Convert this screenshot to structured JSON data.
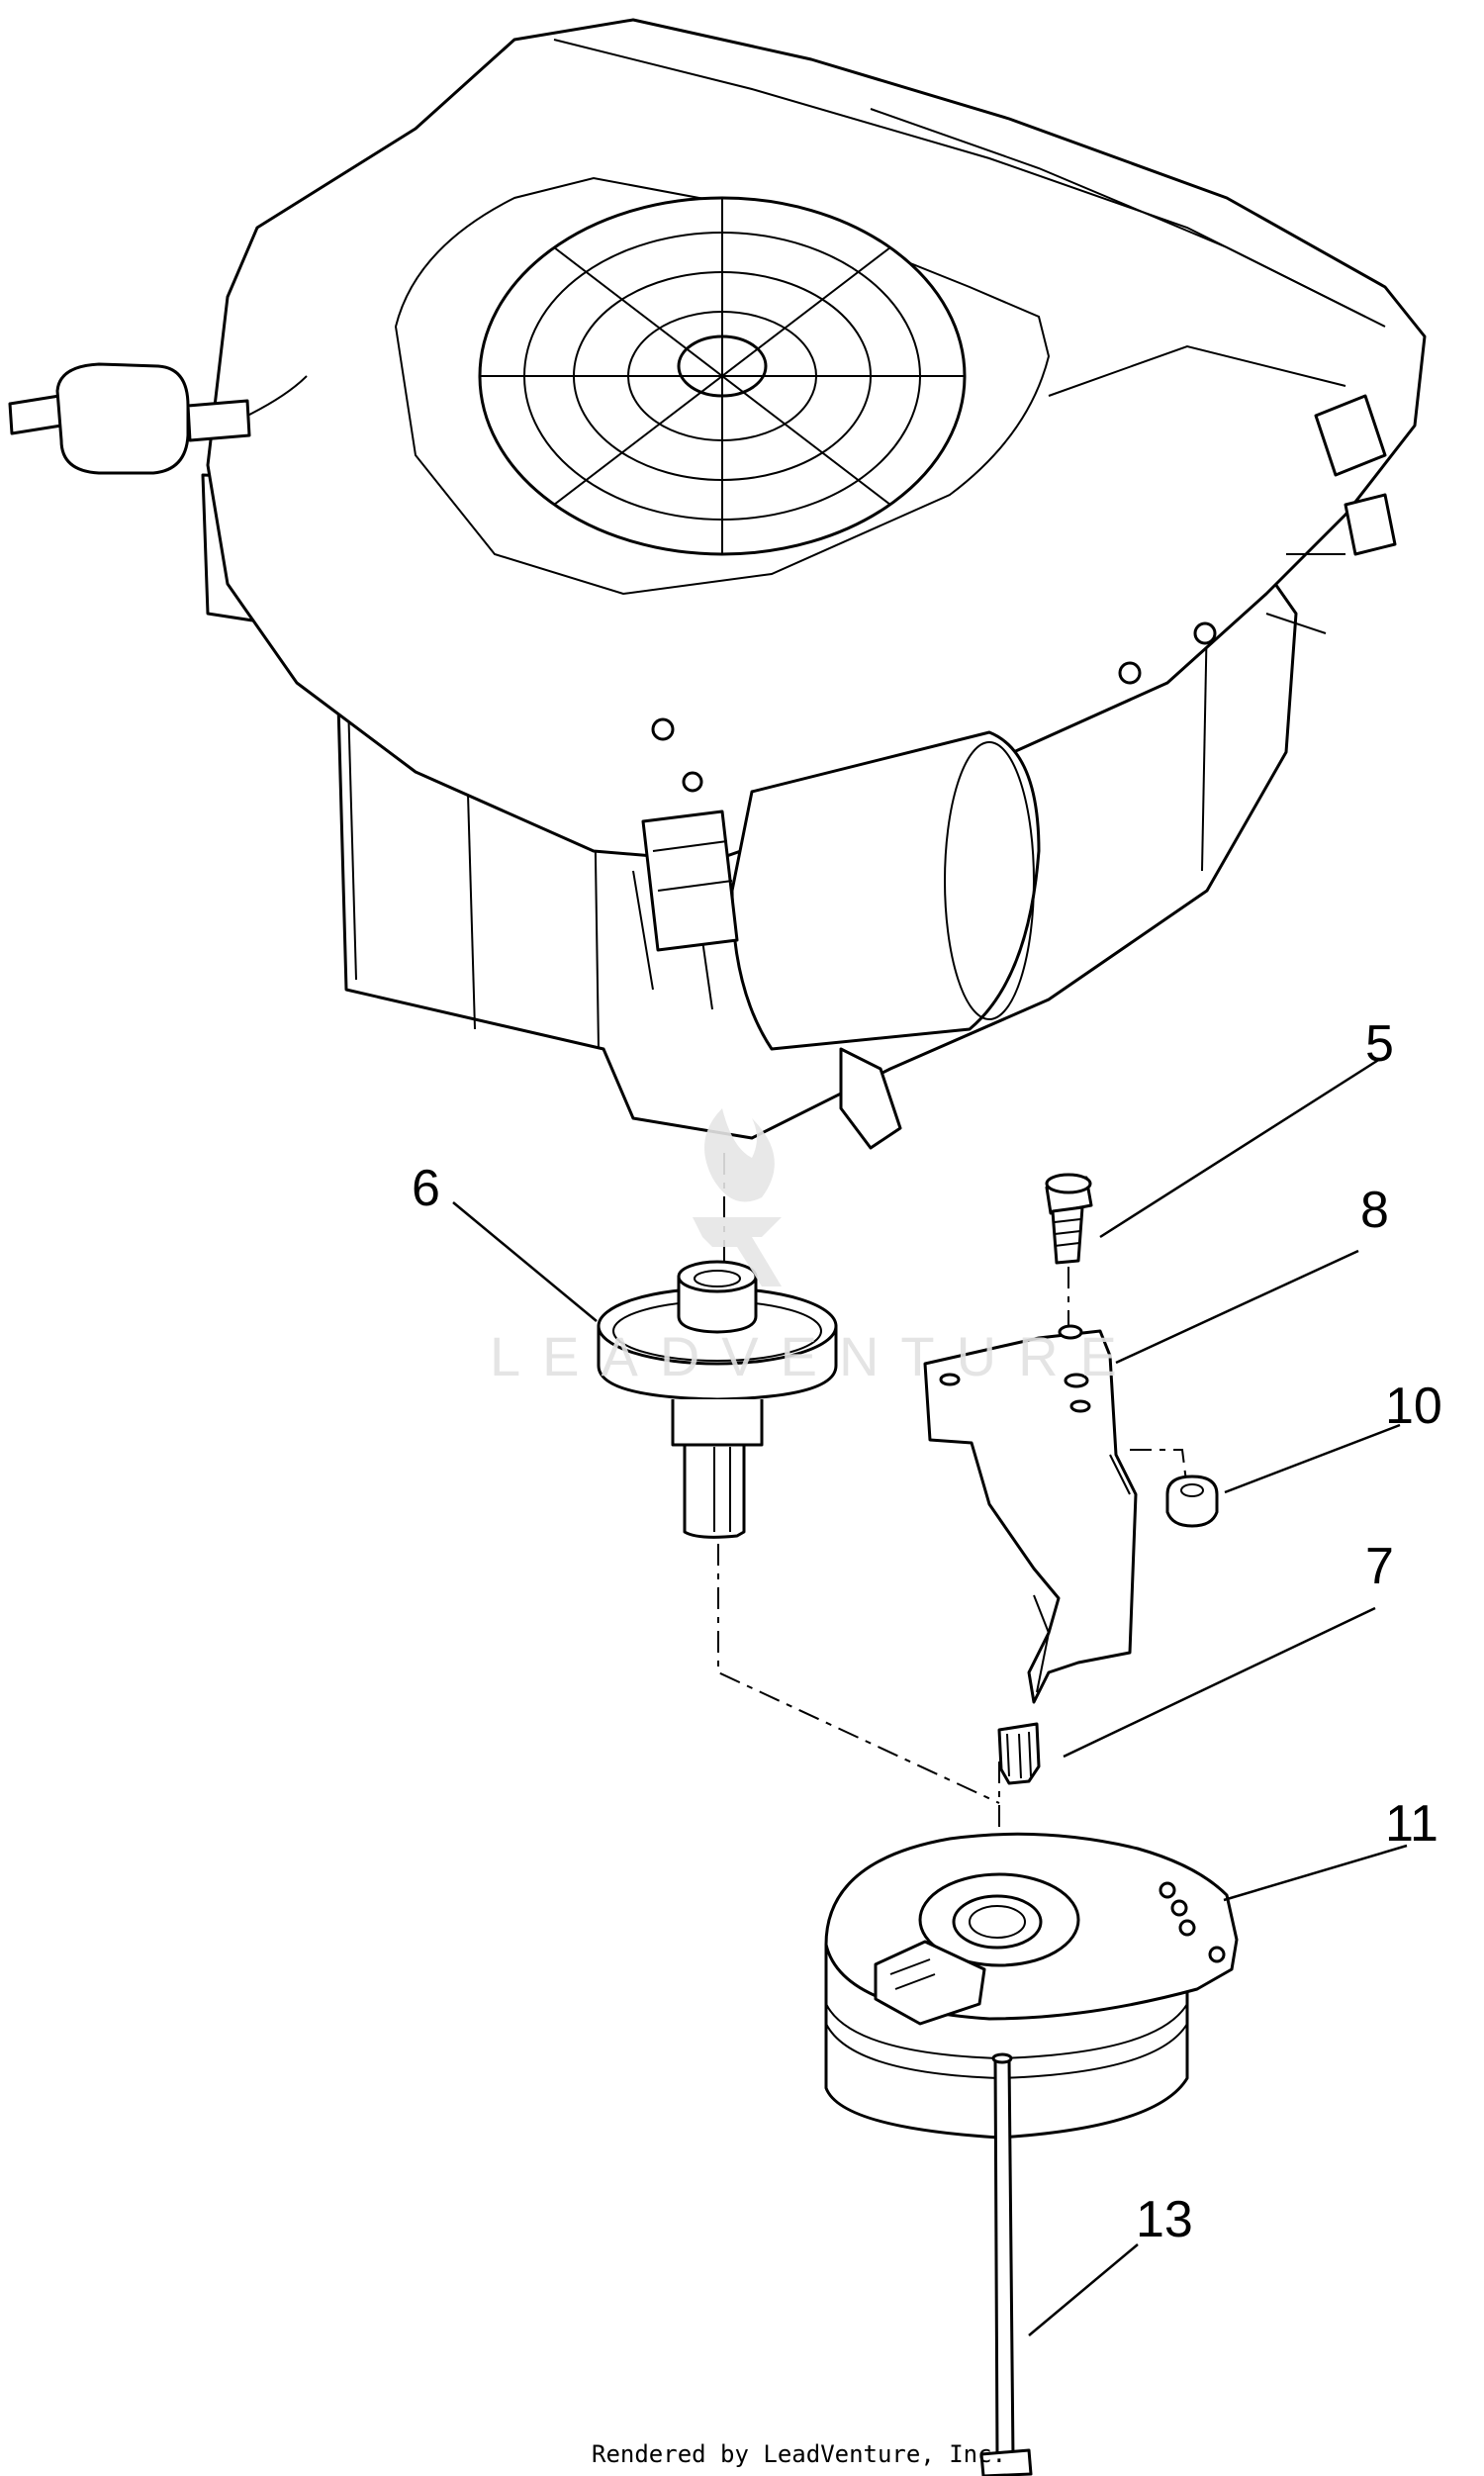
{
  "callouts": [
    {
      "id": "5",
      "label": "5"
    },
    {
      "id": "6",
      "label": "6"
    },
    {
      "id": "8",
      "label": "8"
    },
    {
      "id": "10",
      "label": "10"
    },
    {
      "id": "7",
      "label": "7"
    },
    {
      "id": "11",
      "label": "11"
    },
    {
      "id": "13",
      "label": "13"
    }
  ],
  "watermark": {
    "text": "LEADVENTURE"
  },
  "credit": "Rendered by LeadVenture, Inc."
}
